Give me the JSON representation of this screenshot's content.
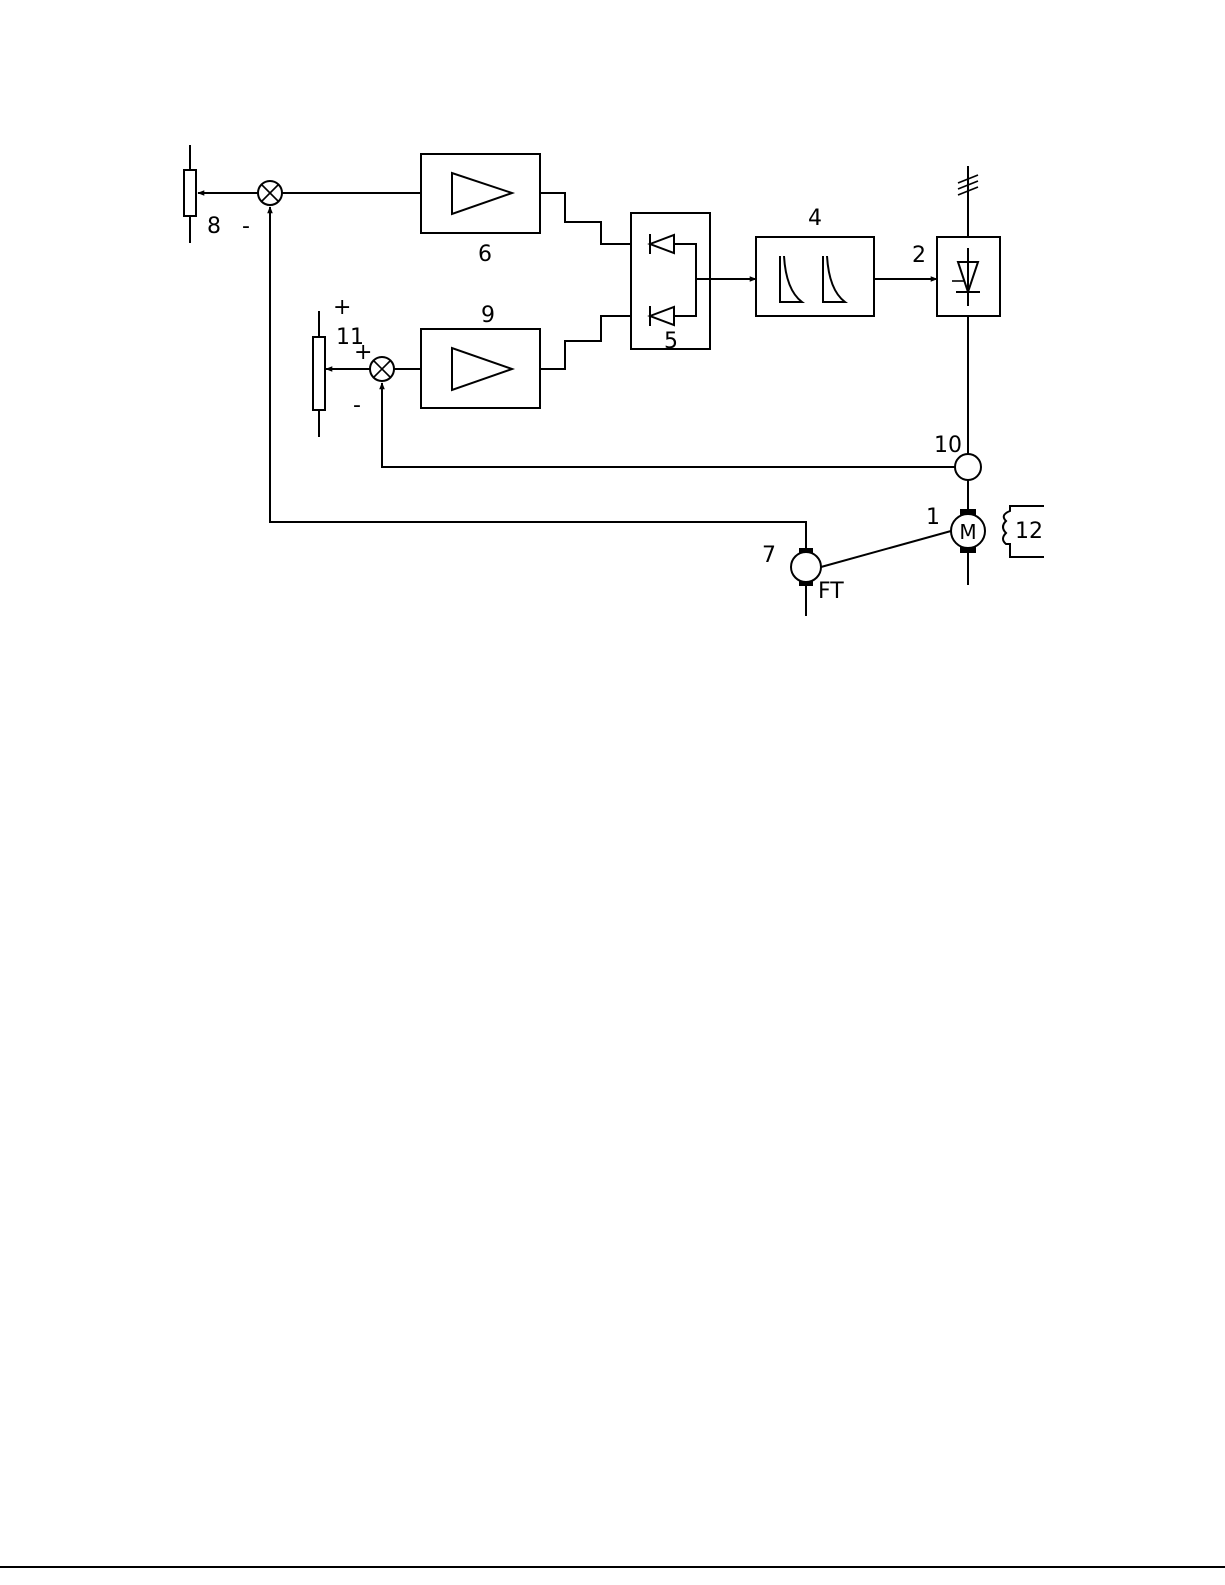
{
  "labels": {
    "setpoint_pot": "8",
    "speed_amp": "6",
    "current_amp": "9",
    "selector": "5",
    "pulse_gen": "4",
    "converter": "2",
    "current_pot": "11",
    "current_sensor": "10",
    "motor": "1",
    "tacho": "7",
    "field_winding": "12",
    "tacho_name": "FT",
    "motor_letter": "M"
  },
  "signs": {
    "speed_minus": "-",
    "pot11_plus": "+",
    "current_plus": "+",
    "current_minus": "-"
  },
  "colors": {
    "line": "#000000",
    "background": "#ffffff"
  }
}
